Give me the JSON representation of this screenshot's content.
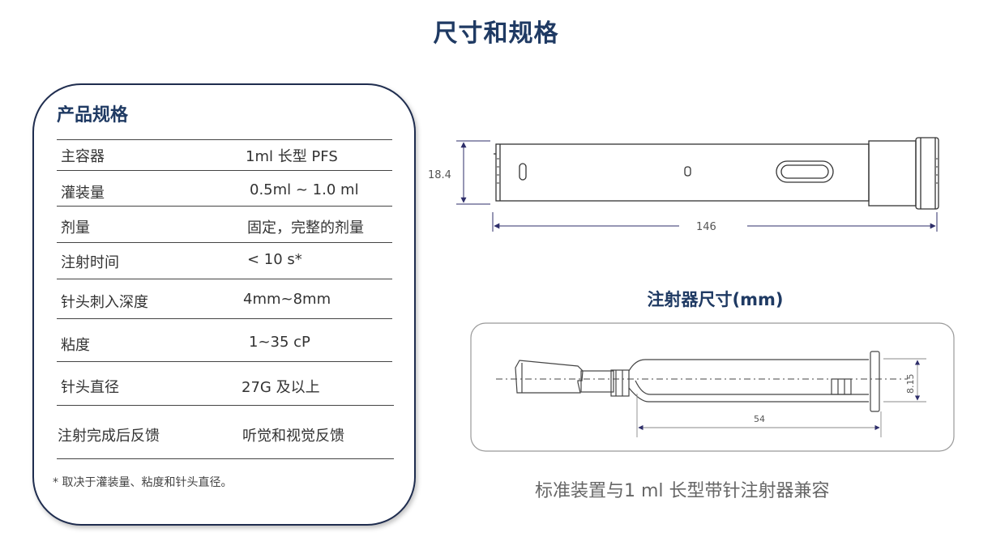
{
  "page_title": "尺寸和规格",
  "spec": {
    "heading": "产品规格",
    "rows": [
      {
        "label": "主容器",
        "value": "1ml 长型 PFS"
      },
      {
        "label": "灌装量",
        "value": "0.5ml ~ 1.0 ml"
      },
      {
        "label": "剂量",
        "value": "固定，完整的剂量"
      },
      {
        "label": "注射时间",
        "value": "< 10 s*"
      },
      {
        "label": "针头刺入深度",
        "value": "4mm~8mm"
      },
      {
        "label": "粘度",
        "value": "1~35 cP"
      },
      {
        "label": "针头直径",
        "value": "27G 及以上"
      },
      {
        "label": "注射完成后反馈",
        "value": "听觉和视觉反馈"
      }
    ],
    "footnote": "* 取决于灌装量、粘度和针头直径。"
  },
  "device_drawing": {
    "height_label": "18.4",
    "length_label": "146"
  },
  "syringe": {
    "title": "注射器尺寸(mm)",
    "length_label": "54",
    "height_label": "8.15"
  },
  "compat_note": "标准装置与1 ml 长型带针注射器兼容",
  "colors": {
    "title": "#1f3a63",
    "card_border": "#1f2d4f",
    "dimension_line": "#2e2e6a"
  }
}
